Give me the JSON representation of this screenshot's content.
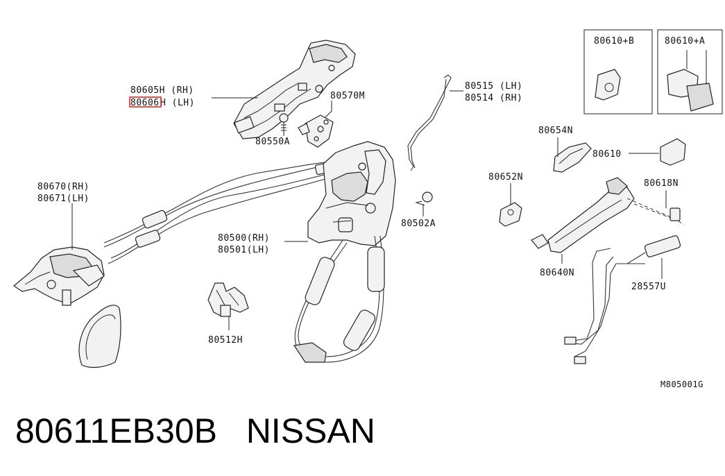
{
  "labels": {
    "p80605": "80605H (RH)",
    "p80606_code": "80606",
    "p80606_suffix": "H (LH)",
    "p80570": "80570M",
    "p80550": "80550A",
    "p80515": "80515 (LH)",
    "p80514": "80514 (RH)",
    "p80610b": "80610+B",
    "p80610a": "80610+A",
    "p80654": "80654N",
    "p80610": "80610",
    "p80652": "80652N",
    "p80618": "80618N",
    "p80670": "80670(RH)",
    "p80671": "80671(LH)",
    "p80502": "80502A",
    "p80500": "80500(RH)",
    "p80501": "80501(LH)",
    "p80640": "80640N",
    "p28557": "28557U",
    "p80512": "80512H",
    "diagram_code": "M805001G"
  },
  "footer": {
    "part_number": "80611EB30B",
    "brand": "NISSAN"
  },
  "colors": {
    "highlight": "#e8261c",
    "ink": "#111111"
  }
}
